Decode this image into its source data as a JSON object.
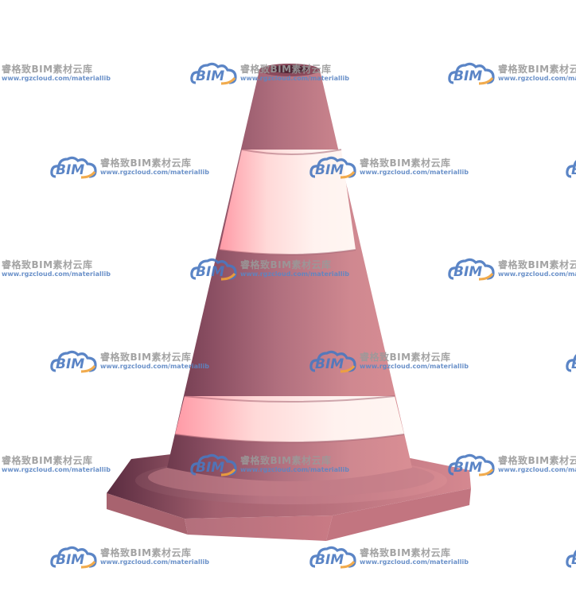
{
  "image": {
    "subject": "traffic cone",
    "colors": {
      "background": "#ffffff",
      "cone_body": "#c9808a",
      "cone_shadow": "#7a4556",
      "stripe": "#fff0ee",
      "base": "#c27580",
      "watermark_blue": "#4a78c0",
      "watermark_orange": "#f0a23a"
    }
  },
  "watermark": {
    "logo_text": "BIM",
    "title": "睿格致BIM素材云库",
    "url": "www.rgzcloud.com/materiallib",
    "icon": "cloud-logo-icon"
  }
}
